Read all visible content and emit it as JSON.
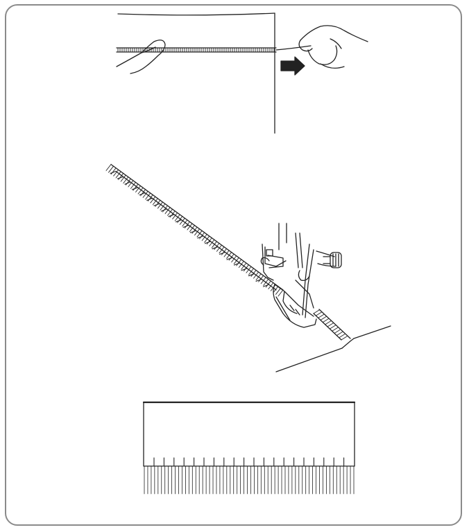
{
  "figure": {
    "description_panels": [
      "pull-thread",
      "fringe-sewing",
      "finished-fringe"
    ],
    "colors": {
      "line": "#222222",
      "frame": "#8a8a8a",
      "background": "#ffffff"
    },
    "icons": [
      "hand-icon",
      "arrow-right-icon",
      "presser-foot-icon"
    ],
    "fringe_stitch_count": 20,
    "fringe_thread_count": 62
  }
}
